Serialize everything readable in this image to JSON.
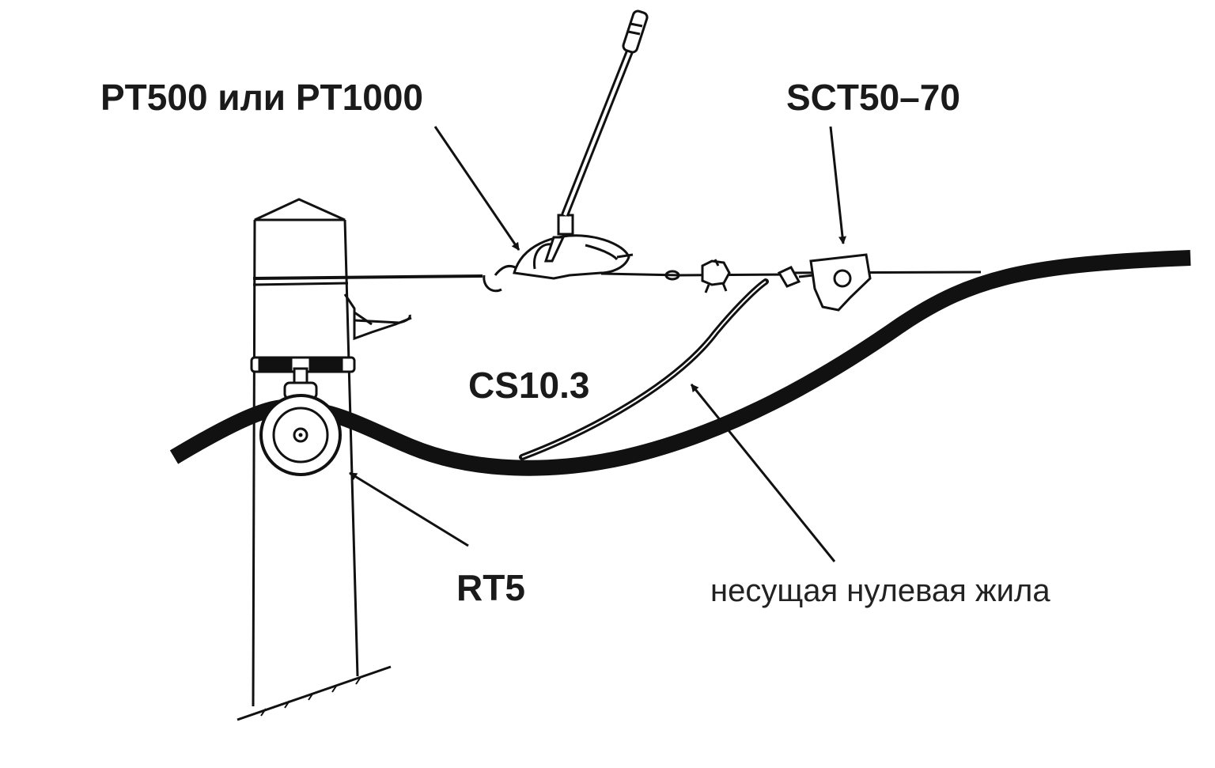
{
  "labels": {
    "puller": "PT500 или PT1000",
    "tensioner": "SCT50–70",
    "clamp": "CS10.3",
    "pulley": "RT5",
    "neutral": "несущая нулевая жила"
  },
  "colors": {
    "ink": "#111111",
    "text": "#1a1a1a",
    "background": "#ffffff"
  }
}
